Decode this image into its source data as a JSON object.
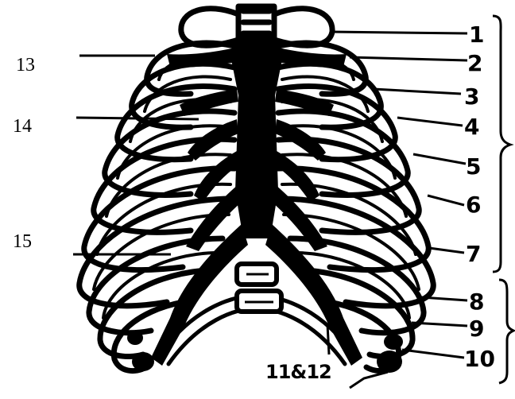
{
  "figure": {
    "colors": {
      "ink": "#000000",
      "paper": "#ffffff"
    },
    "left_labels": [
      "13",
      "14",
      "15"
    ],
    "right_labels": [
      "1",
      "2",
      "3",
      "4",
      "5",
      "6",
      "7",
      "8",
      "9",
      "10"
    ],
    "bottom_label": "11&12"
  }
}
